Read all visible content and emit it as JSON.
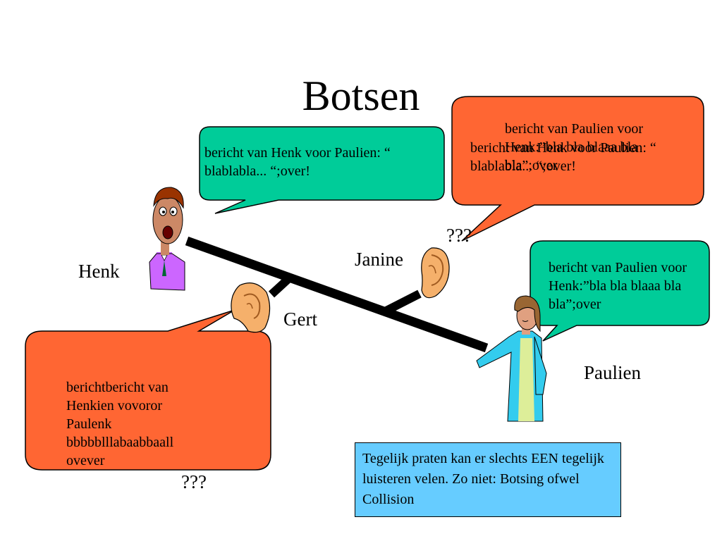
{
  "title": "Botsen",
  "people": {
    "henk": "Henk",
    "paulien": "Paulien",
    "janine": "Janine",
    "gert": "Gert"
  },
  "bubbles": {
    "henk_message": "bericht van Henk voor Paulien: “ blablabla... “;over!",
    "paulien_message": "bericht van Paulien voor Henk:”bla bla blaaa bla bla”;over",
    "janine_heard_a": "bericht van Paulien voor Henk:”bla bla blaaa bla bla”;over",
    "janine_heard_b": "bericht van Henk voor Paulien: “ blablabla... “;over!",
    "gert_heard_line1": "berichtbericht van",
    "gert_heard_line2": "Henkien vovoror",
    "gert_heard_line3": "Paulenk",
    "gert_heard_line4": "bbbbblllabaabbaall",
    "gert_heard_line5": "ovever"
  },
  "confusion_janine": "???",
  "confusion_gert": "???",
  "note": "Tegelijk praten kan er slechts EEN tegelijk luisteren velen. Zo niet: Botsing ofwel Collision",
  "colors": {
    "green_bubble": "#00cc99",
    "orange_bubble": "#ff6633",
    "note_box": "#66ccff",
    "cable": "#000000"
  },
  "icons": [
    "man-figure-icon",
    "woman-figure-icon",
    "ear-icon"
  ]
}
